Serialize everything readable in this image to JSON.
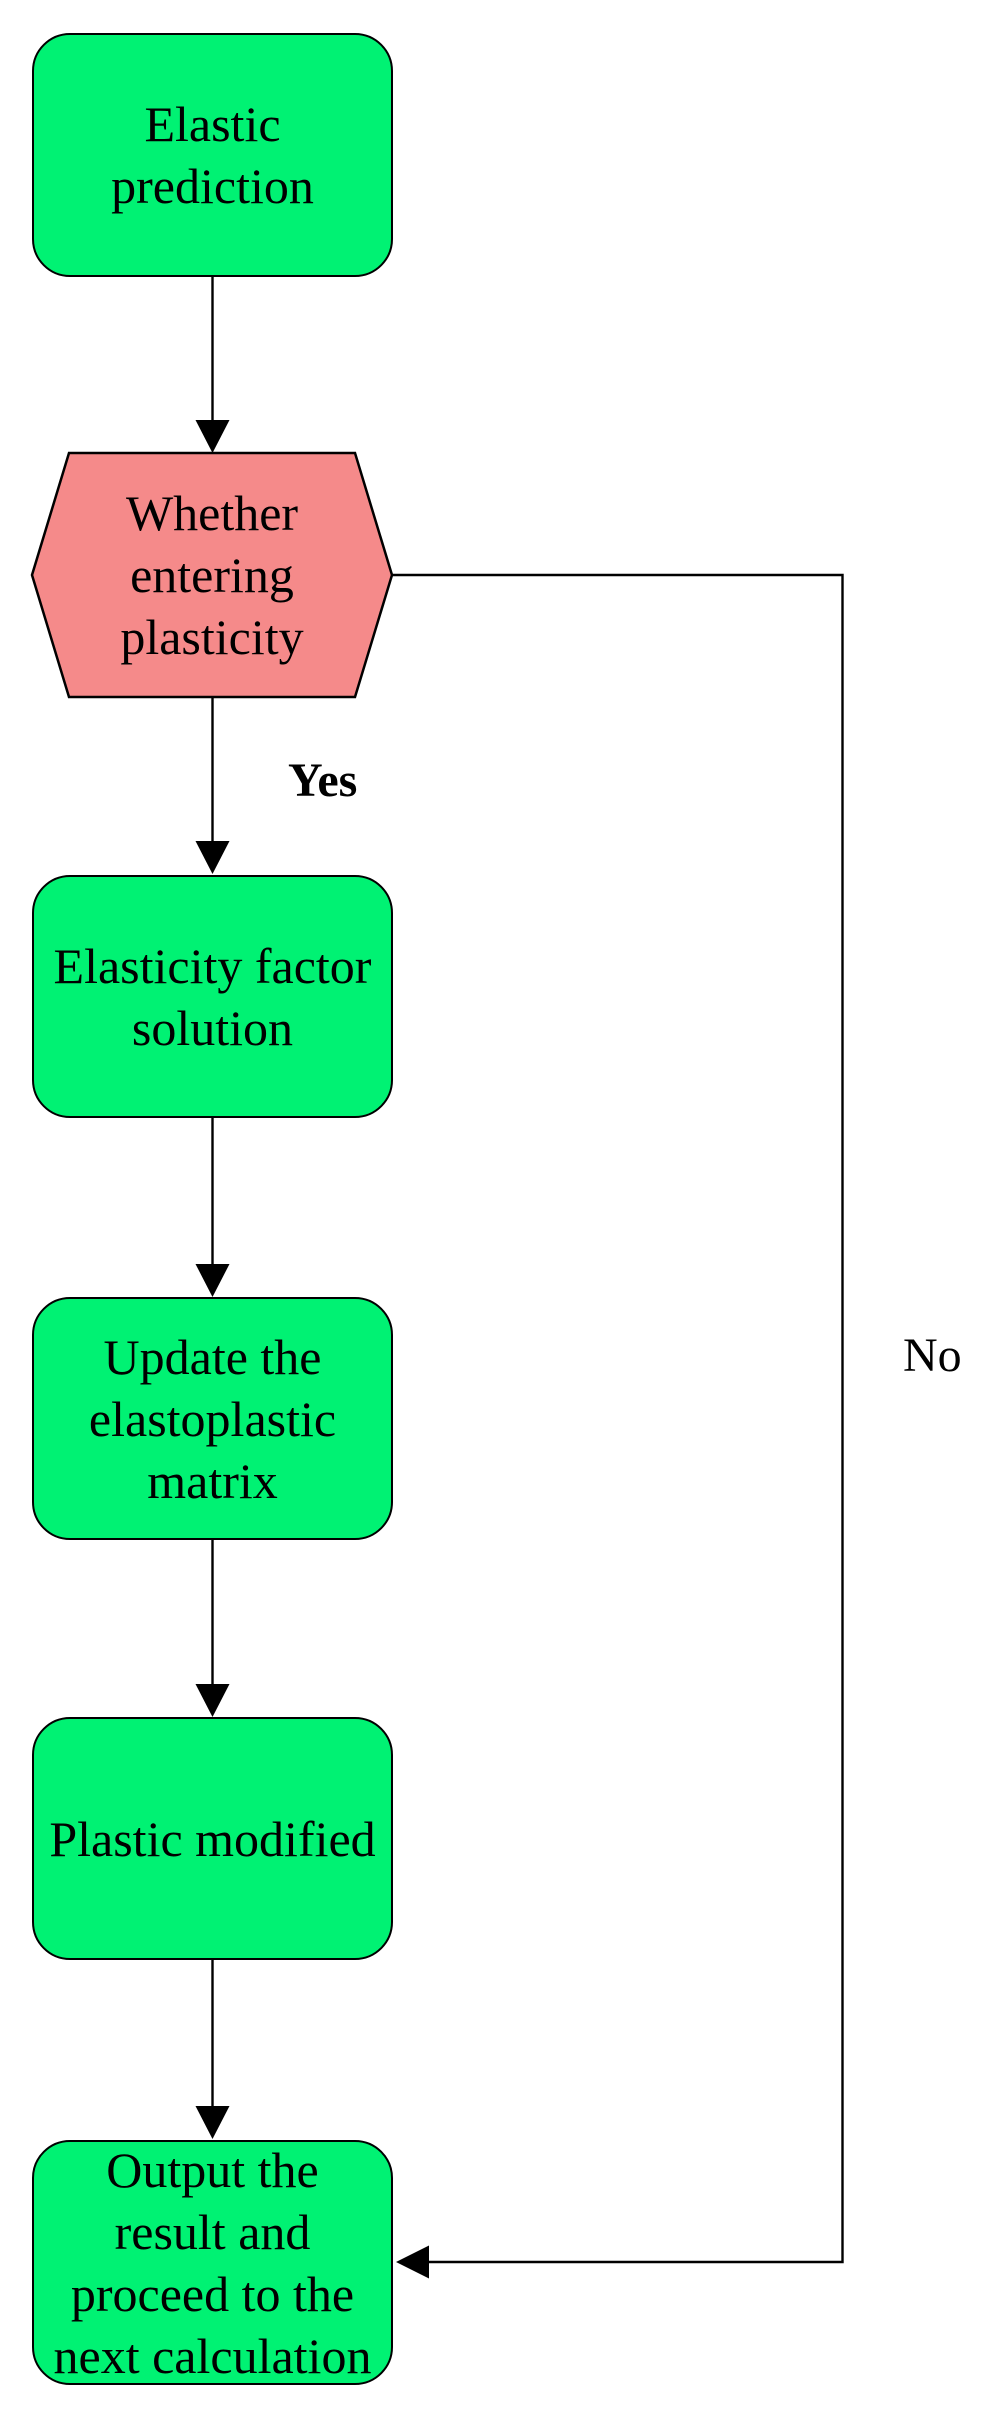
{
  "diagram": {
    "type": "flowchart",
    "background": "#FFFFFF",
    "colors": {
      "process_fill": "#00F273",
      "decision_fill": "#F58A8A",
      "stroke": "#000000",
      "text": "#000000"
    },
    "nodes": [
      {
        "id": "elastic-prediction",
        "shape": "rounded-rectangle",
        "label": "Elastic prediction"
      },
      {
        "id": "whether-entering-plasticity",
        "shape": "hexagon",
        "label": "Whether entering plasticity"
      },
      {
        "id": "elasticity-factor-solution",
        "shape": "rounded-rectangle",
        "label": "Elasticity factor solution"
      },
      {
        "id": "update-elastoplastic-matrix",
        "shape": "rounded-rectangle",
        "label": "Update the elastoplastic matrix"
      },
      {
        "id": "plastic-modified",
        "shape": "rounded-rectangle",
        "label": "Plastic modified"
      },
      {
        "id": "output-result",
        "shape": "rounded-rectangle",
        "label": "Output the result and proceed to the next calculation"
      }
    ],
    "edges": [
      {
        "from": "elastic-prediction",
        "to": "whether-entering-plasticity",
        "label": ""
      },
      {
        "from": "whether-entering-plasticity",
        "to": "elasticity-factor-solution",
        "label": "Yes"
      },
      {
        "from": "elasticity-factor-solution",
        "to": "update-elastoplastic-matrix",
        "label": ""
      },
      {
        "from": "update-elastoplastic-matrix",
        "to": "plastic-modified",
        "label": ""
      },
      {
        "from": "plastic-modified",
        "to": "output-result",
        "label": ""
      },
      {
        "from": "whether-entering-plasticity",
        "to": "output-result",
        "label": "No"
      }
    ]
  }
}
